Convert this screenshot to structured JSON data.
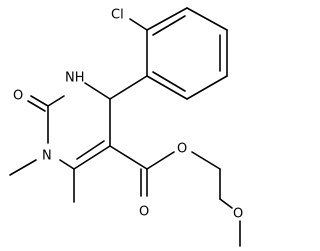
{
  "molecule": {
    "atoms": {
      "chlorine": "Cl",
      "ring_nh": "NH",
      "carbonyl_oxygen": "O",
      "ring_nitrogen": "N",
      "ester_oxygen_carbonyl": "O",
      "ester_oxygen_link": "O",
      "ether_oxygen": "O"
    },
    "colors": {
      "bond": "#000000",
      "label": "#000000",
      "background": "#ffffff"
    }
  }
}
